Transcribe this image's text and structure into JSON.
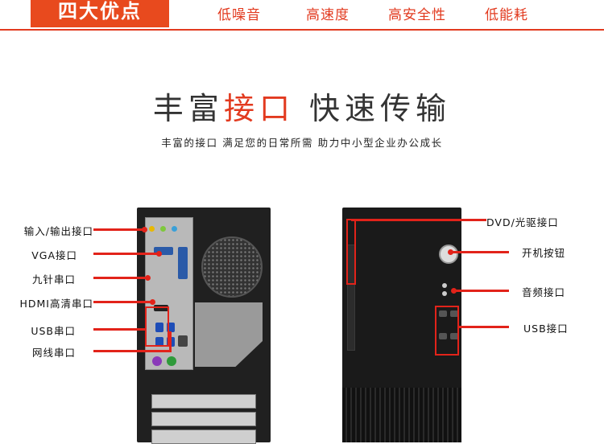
{
  "banner": {
    "badge": "四大优点",
    "features": [
      "低噪音",
      "高速度",
      "高安全性",
      "低能耗"
    ]
  },
  "headline": {
    "part1": "丰富",
    "part2": "接口",
    "part3": "快速传输"
  },
  "subline": "丰富的接口 满足您的日常所需 助力中小型企业办公成长",
  "left_labels": [
    "输入/输出接口",
    "VGA接口",
    "九针串口",
    "HDMI高清串口",
    "USB串口",
    "网线串口"
  ],
  "right_labels": [
    "DVD/光驱接口",
    "开机按钮",
    "音频接口",
    "USB接口"
  ],
  "colors": {
    "accent": "#e23a1f",
    "annotation": "#e2231a",
    "badge": "#e84a1e"
  }
}
